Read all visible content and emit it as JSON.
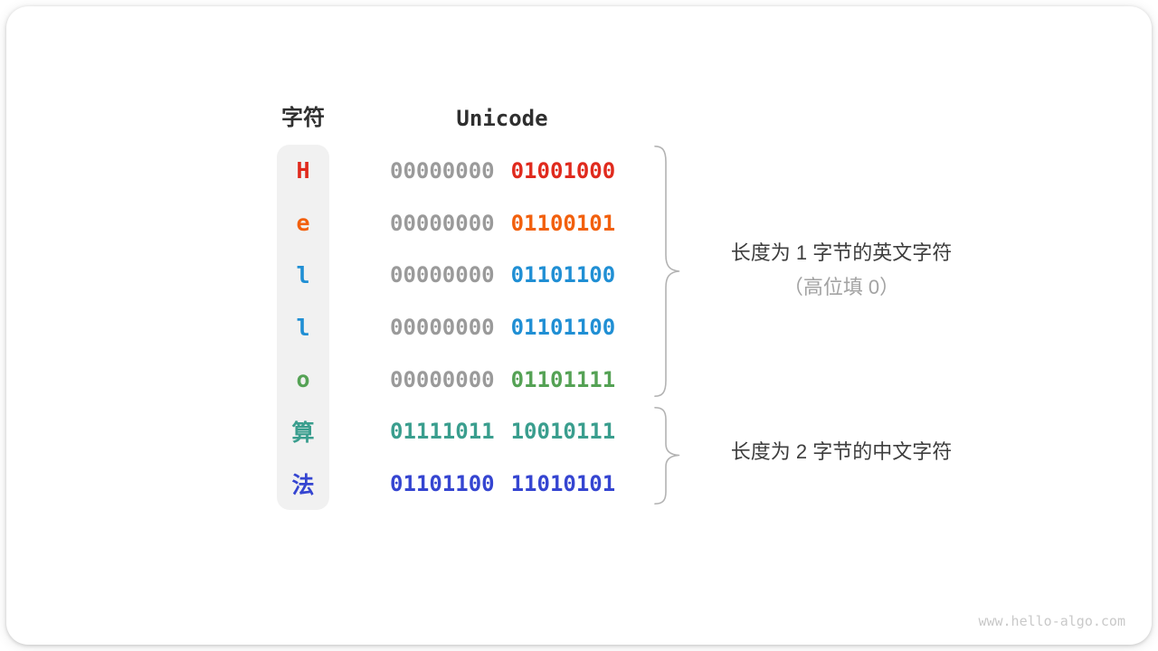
{
  "diagram": {
    "headers": {
      "char": "字符",
      "unicode": "Unicode"
    },
    "colors": {
      "char_column_bg": "#f1f1f1",
      "gray_byte": "#9a9a9a",
      "header_text": "#2f2f2f",
      "annotation_primary": "#3d3d3d",
      "annotation_secondary": "#a3a3a3",
      "brace": "#b3b3b3"
    },
    "rows": [
      {
        "char": "H",
        "color": "#e02a1d",
        "bytes": [
          "00000000",
          "01001000"
        ],
        "byte_colors": [
          "#9a9a9a",
          "#e02a1d"
        ]
      },
      {
        "char": "e",
        "color": "#f2600d",
        "bytes": [
          "00000000",
          "01100101"
        ],
        "byte_colors": [
          "#9a9a9a",
          "#f2600d"
        ]
      },
      {
        "char": "l",
        "color": "#208fd4",
        "bytes": [
          "00000000",
          "01101100"
        ],
        "byte_colors": [
          "#9a9a9a",
          "#208fd4"
        ]
      },
      {
        "char": "l",
        "color": "#208fd4",
        "bytes": [
          "00000000",
          "01101100"
        ],
        "byte_colors": [
          "#9a9a9a",
          "#208fd4"
        ]
      },
      {
        "char": "o",
        "color": "#55a255",
        "bytes": [
          "00000000",
          "01101111"
        ],
        "byte_colors": [
          "#9a9a9a",
          "#55a255"
        ]
      },
      {
        "char": "算",
        "color": "#3a9e8e",
        "bytes": [
          "01111011",
          "10010111"
        ],
        "byte_colors": [
          "#3a9e8e",
          "#3a9e8e"
        ]
      },
      {
        "char": "法",
        "color": "#3545d1",
        "bytes": [
          "01101100",
          "11010101"
        ],
        "byte_colors": [
          "#3545d1",
          "#3545d1"
        ]
      }
    ],
    "annotations": [
      {
        "lines": [
          "长度为 1 字节的英文字符",
          "（高位填 0）"
        ]
      },
      {
        "lines": [
          "长度为 2 字节的中文字符"
        ]
      }
    ],
    "watermark": "www.hello-algo.com"
  }
}
